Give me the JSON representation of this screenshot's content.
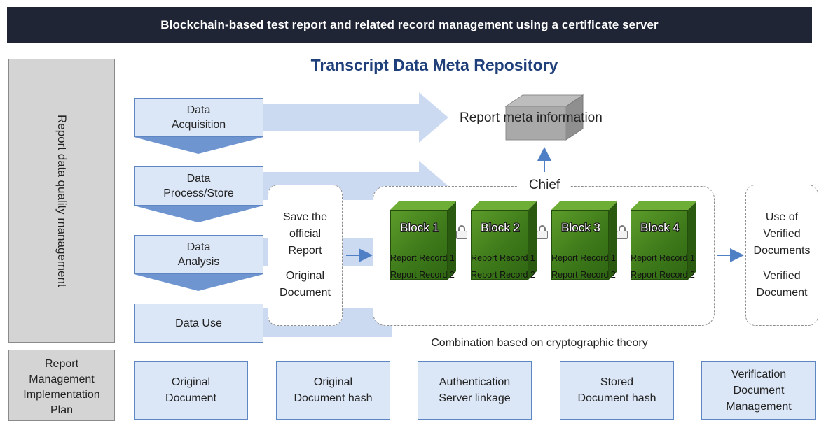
{
  "header": {
    "title": "Blockchain-based test report and related record management using a certificate server"
  },
  "side": {
    "quality_label": "Report data quality management",
    "plan_lines": [
      "Report",
      "Management",
      "Implementation",
      "Plan"
    ]
  },
  "repository": {
    "title": "Transcript Data Meta Repository",
    "meta_label": "Report meta information",
    "chief_label": "Chief"
  },
  "steps": [
    {
      "lines": [
        "Data",
        "Acquisition"
      ]
    },
    {
      "lines": [
        "Data",
        "Process/Store"
      ]
    },
    {
      "lines": [
        "Data",
        "Analysis"
      ]
    },
    {
      "lines": [
        "Data Use"
      ]
    }
  ],
  "save_box": {
    "lines": [
      "Save the",
      "official",
      "Report",
      "",
      "Original",
      "Document"
    ]
  },
  "use_box": {
    "lines": [
      "Use of",
      "Verified",
      "Documents",
      "",
      "Verified",
      "Document"
    ]
  },
  "blocks": [
    {
      "name": "Block 1",
      "records": [
        "Report Record 1",
        "Report Record 2"
      ]
    },
    {
      "name": "Block 2",
      "records": [
        "Report Record 1",
        "Report Record 2"
      ]
    },
    {
      "name": "Block 3",
      "records": [
        "Report Record 1",
        "Report Record 2"
      ]
    },
    {
      "name": "Block 4",
      "records": [
        "Report Record 1",
        "Report Record 2"
      ]
    }
  ],
  "combination_label": "Combination based on cryptographic theory",
  "bottom_boxes": [
    {
      "lines": [
        "Original",
        "Document"
      ]
    },
    {
      "lines": [
        "Original",
        "Document hash"
      ]
    },
    {
      "lines": [
        "Authentication",
        "Server linkage"
      ]
    },
    {
      "lines": [
        "Stored",
        "Document hash"
      ]
    },
    {
      "lines": [
        "Verification",
        "Document",
        "Management"
      ]
    }
  ],
  "colors": {
    "header_bg": "#1f2535",
    "box_fill": "#dbe6f6",
    "box_border": "#5e86c2",
    "arrow_fill": "#c7d6ef",
    "block_green": "#3e7a1a",
    "title_blue": "#1f3f7a"
  }
}
